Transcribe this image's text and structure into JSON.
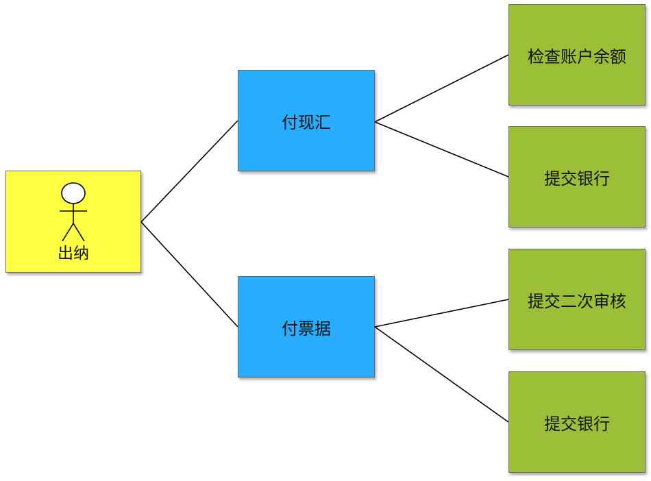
{
  "actor": {
    "label": "出纳"
  },
  "branches": [
    {
      "label": "付现汇",
      "children": [
        "检查账户余额",
        "提交银行"
      ]
    },
    {
      "label": "付票据",
      "children": [
        "提交二次审核",
        "提交银行"
      ]
    }
  ],
  "colors": {
    "actor_fill": "#ffff44",
    "branch_fill": "#29adff",
    "leaf_fill": "#9cbf38",
    "line": "#000000"
  }
}
